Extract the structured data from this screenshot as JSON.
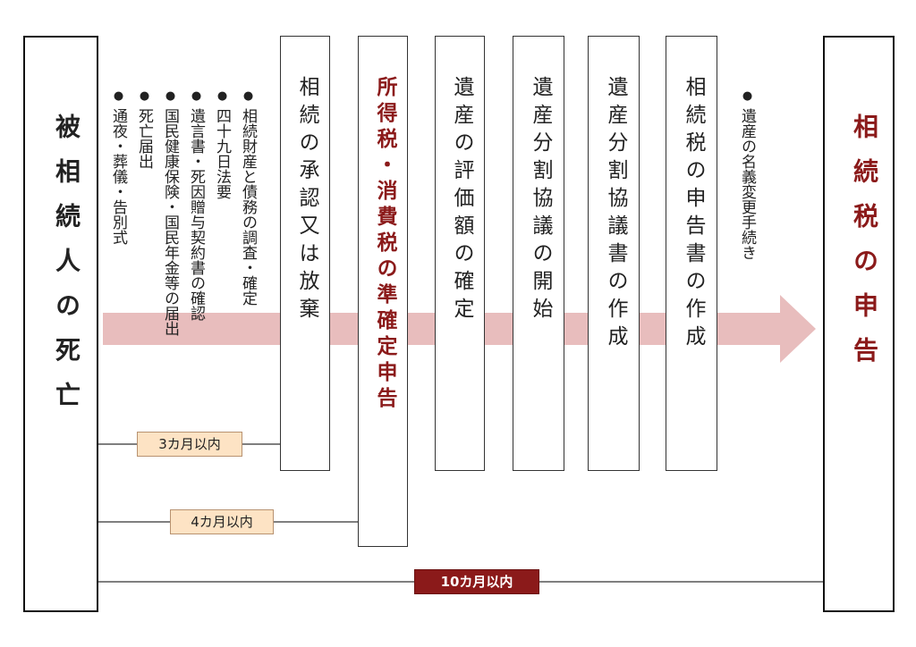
{
  "start_label": "被相続人の死亡",
  "end_label": "相続税の申告",
  "early_tasks": [
    "相続財産と債務の調査・確定",
    "四十九日法要",
    "遺言書・死因贈与契約書の確認",
    "国民健康保険・国民年金等の届出",
    "死亡届出",
    "通夜・葬儀・告別式"
  ],
  "late_task": "遺産の名義変更手続き",
  "steps": [
    {
      "label": "相続の承認又は放棄",
      "accent": false
    },
    {
      "label": "所得税・消費税の準確定申告",
      "accent": true
    },
    {
      "label": "遺産の評価額の確定",
      "accent": false
    },
    {
      "label": "遺産分割協議の開始",
      "accent": false
    },
    {
      "label": "遺産分割協議書の作成",
      "accent": false
    },
    {
      "label": "相続税の申告書の作成",
      "accent": false
    }
  ],
  "deadlines": [
    {
      "label": "3カ月以内",
      "style": "light"
    },
    {
      "label": "4カ月以内",
      "style": "light"
    },
    {
      "label": "10カ月以内",
      "style": "dark"
    }
  ],
  "colors": {
    "accent": "#8b1a1a",
    "arrow": "#e8bdbd",
    "tag_light": "#fde3c4",
    "tag_dark": "#8b1a1a"
  }
}
